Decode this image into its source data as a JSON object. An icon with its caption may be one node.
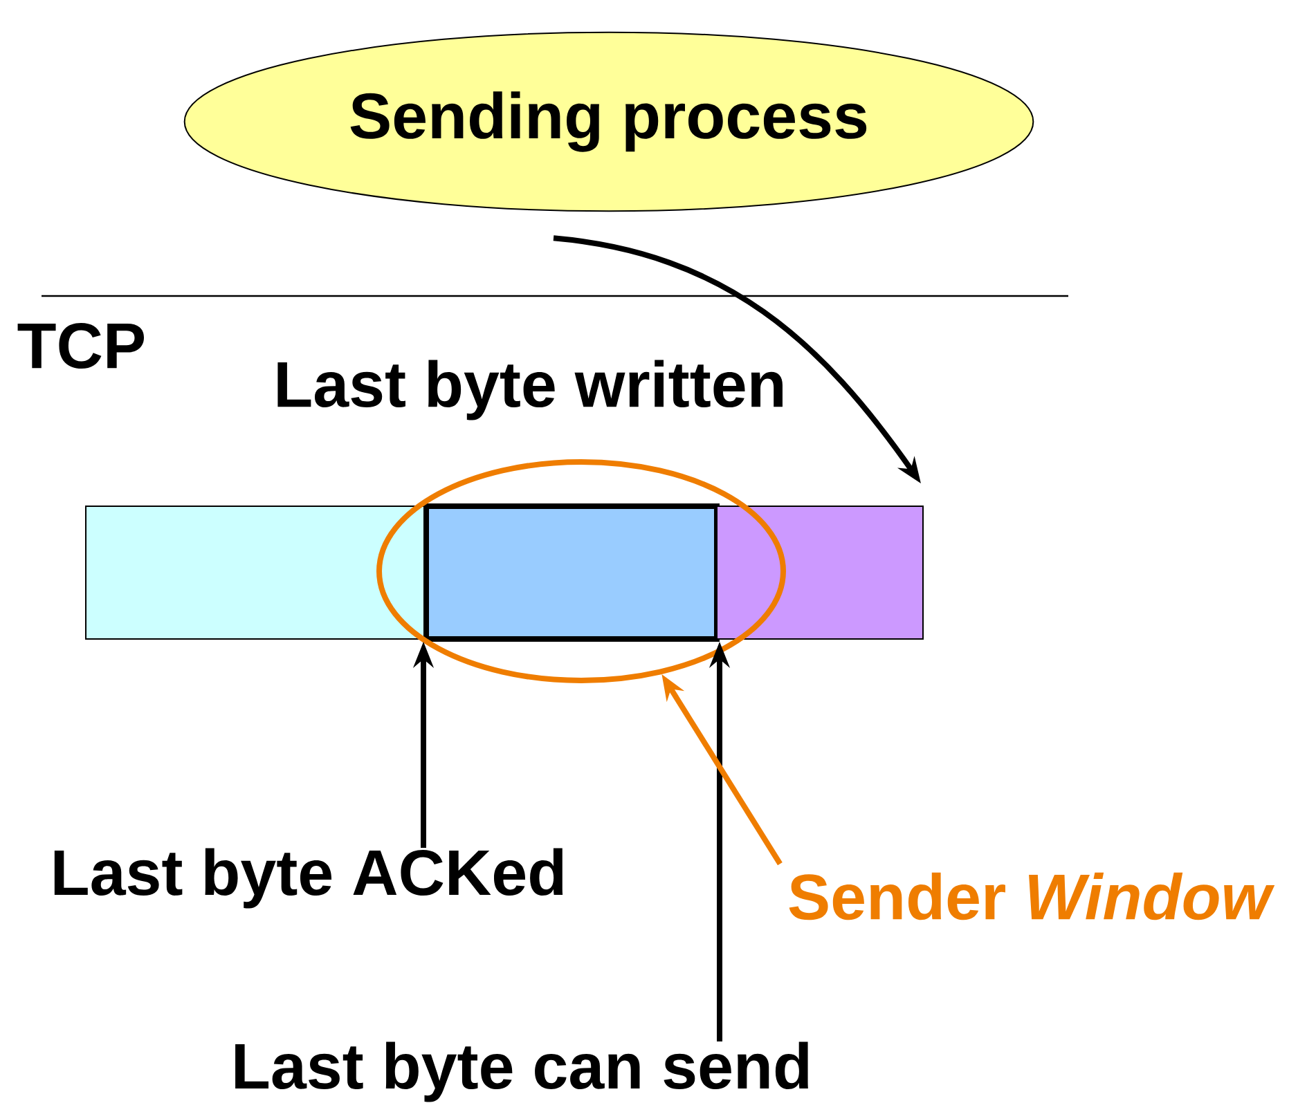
{
  "diagram": {
    "nodes": [
      {
        "text": [
          "Sending process"
        ]
      },
      {
        "text": [],
        "shape": "box"
      },
      {
        "text": [],
        "shape": "ellipse"
      },
      {
        "text": [],
        "shape": "box",
        "in": 2
      },
      {
        "text": [],
        "shape": "box"
      },
      {
        "text": [
          "Last byte ACKed"
        ]
      },
      {
        "text": [
          "Sender *Window*"
        ]
      },
      {
        "text": [
          "Last byte can send"
        ]
      }
    ],
    "edges": [
      {
        "from": 0,
        "to": 4,
        "arrow": "to"
      },
      {
        "from": 5,
        "to": 3,
        "arrow": "to"
      },
      {
        "from": 7,
        "to": 3,
        "arrow": "to"
      },
      {
        "from": 6,
        "to": 2,
        "arrow": "to",
        "color": "#ef7d00"
      }
    ],
    "labels": [
      "TCP",
      "Last byte written"
    ]
  }
}
